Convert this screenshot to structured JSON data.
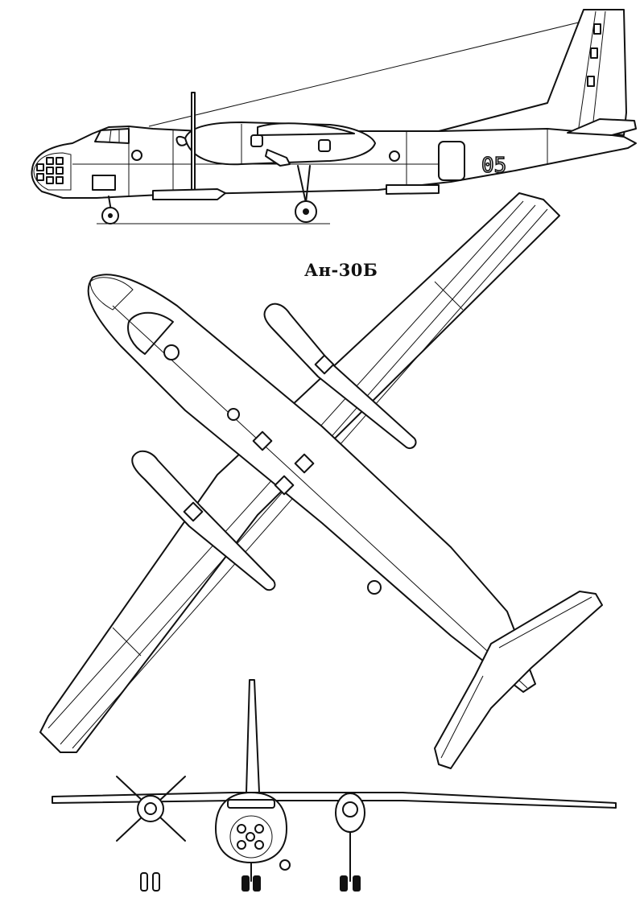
{
  "drawing": {
    "title": "Ан-30Б",
    "tail_number": "05"
  },
  "views": [
    "side-view",
    "top-view",
    "front-view"
  ]
}
